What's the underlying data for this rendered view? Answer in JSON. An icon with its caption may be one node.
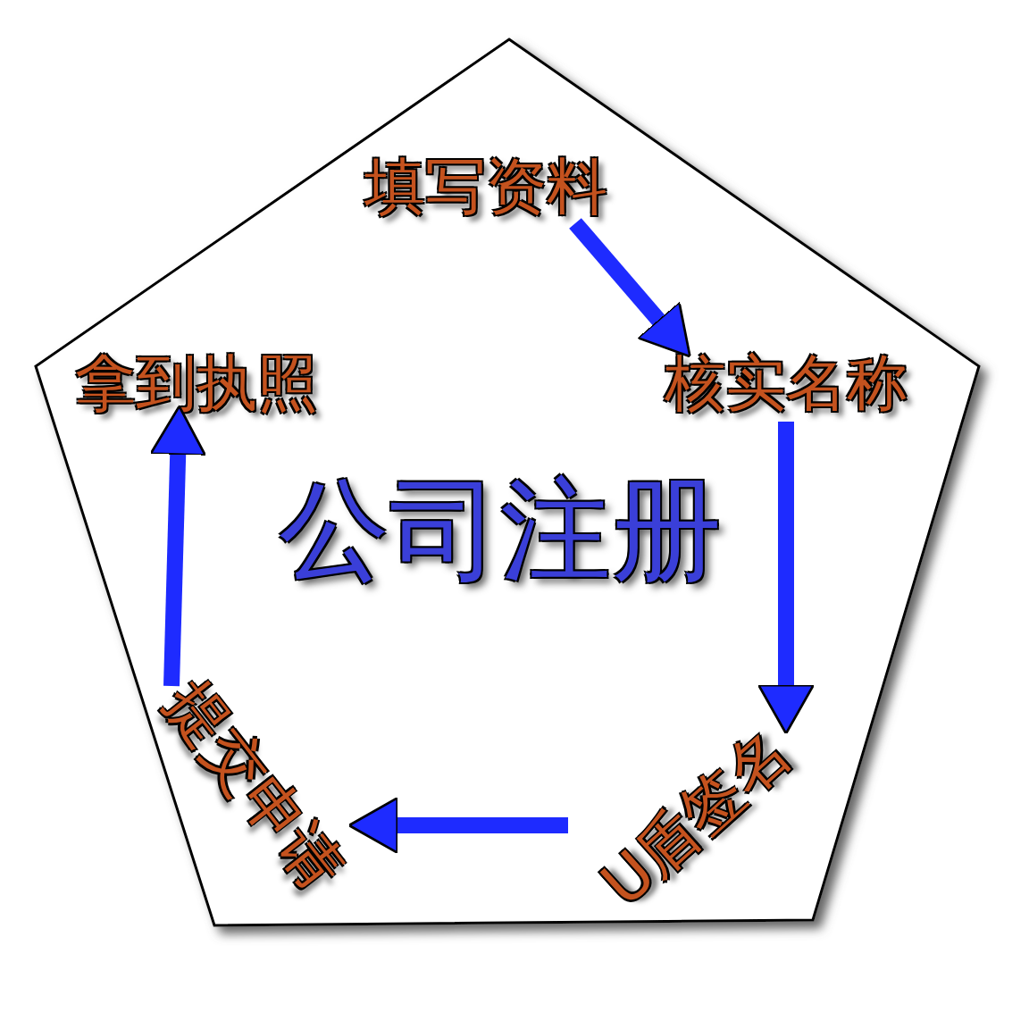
{
  "diagram": {
    "nodes": [
      {
        "text": [
          "公司注册"
        ]
      },
      {
        "text": [
          "填写资料"
        ],
        "in": 0
      },
      {
        "text": [
          "核实名称"
        ],
        "in": 0
      },
      {
        "text": [
          "U盾签名"
        ],
        "in": 0
      },
      {
        "text": [
          "提交申请"
        ],
        "in": 0
      },
      {
        "text": [
          "拿到执照"
        ],
        "in": 0
      }
    ],
    "edges": [
      {
        "from": 1,
        "to": 2,
        "arrow": "to"
      },
      {
        "from": 2,
        "to": 3,
        "arrow": "to"
      },
      {
        "from": 3,
        "to": 4,
        "arrow": "to"
      },
      {
        "from": 4,
        "to": 5,
        "arrow": "to"
      }
    ]
  }
}
